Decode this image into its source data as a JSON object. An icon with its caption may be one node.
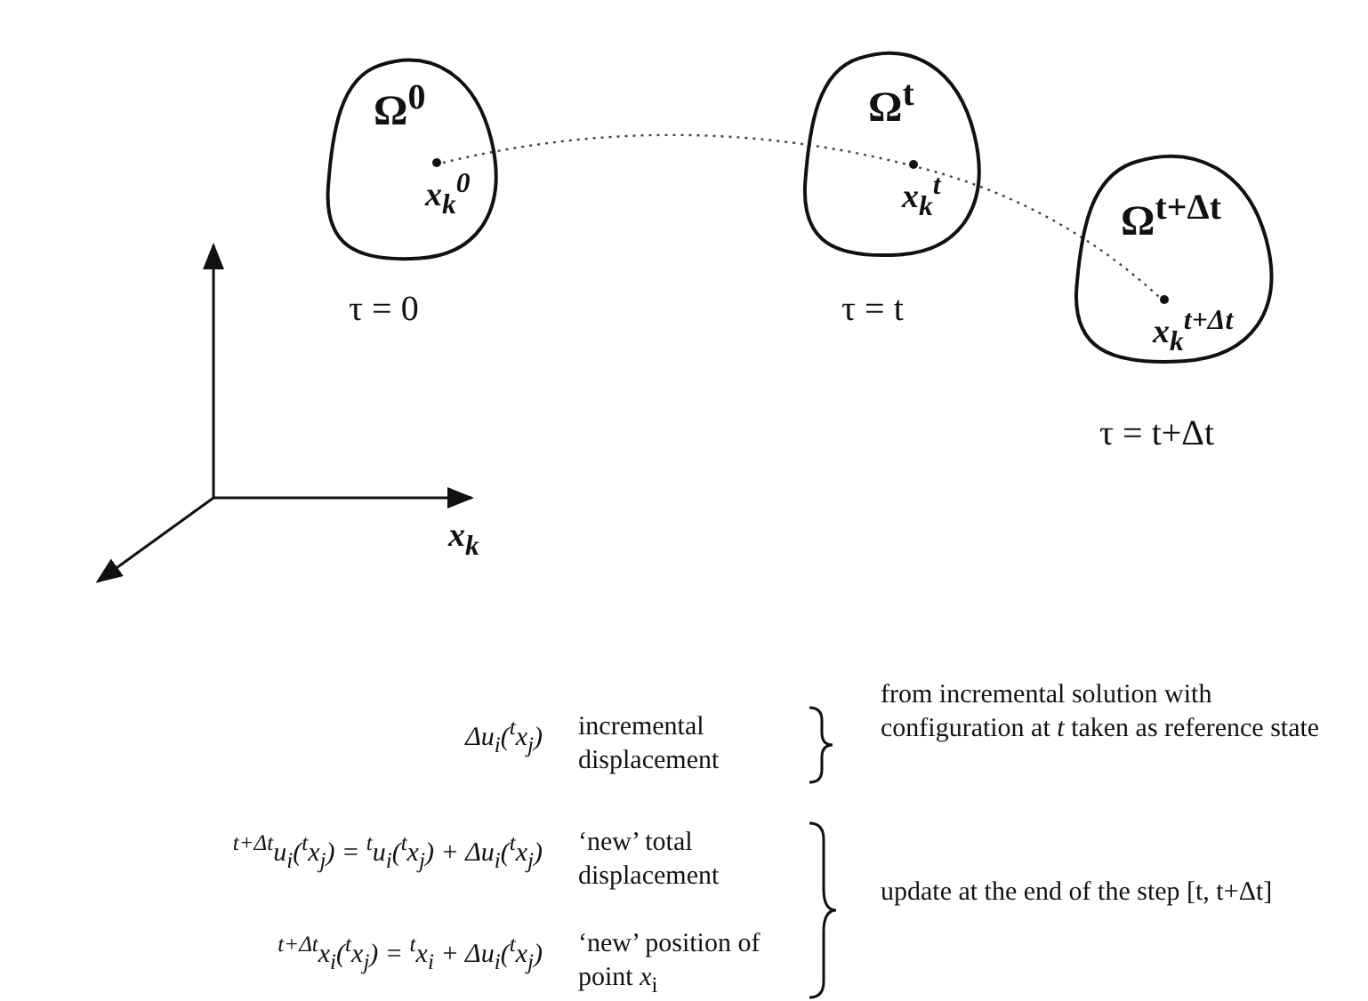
{
  "diagram": {
    "nodes": [
      {
        "text": [
          "Ω$^{0}$"
        ],
        "beside": [
          "τ = 0"
        ]
      },
      {
        "text": [
          "x$_{k}$$^{0}$"
        ],
        "in": 0
      },
      {
        "text": [
          "Ω$^{t}$"
        ],
        "beside": [
          "τ = t"
        ]
      },
      {
        "text": [
          "x$_{k}$$^{t}$"
        ],
        "in": 2
      },
      {
        "text": [
          "Ω$^{t+Δt}$"
        ],
        "beside": [
          "τ = t+Δt"
        ]
      },
      {
        "text": [
          "x$_{k}$$^{t+Δt}$"
        ],
        "in": 4
      }
    ],
    "edges": [
      {
        "from": 1,
        "to": 3,
        "arrow": "none",
        "style": "dashed"
      },
      {
        "from": 3,
        "to": 5,
        "arrow": "none",
        "style": "dashed"
      }
    ],
    "labels": [
      "x$_{k}$",
      "Δu$_{i}$($^{t}$x$_{j}$)",
      "incremental displacement",
      "from incremental solution with configuration at *t* taken as reference state",
      "$^{t+Δt}$u$_{i}$($^{t}$x$_{j}$) = $^{t}$u$_{i}$($^{t}$x$_{j}$) + Δu$_{i}$($^{t}$x$_{j}$)",
      "‘new’ total displacement",
      "update at the end of the step [t, t+Δt]",
      "$^{t+Δt}$x$_{i}$($^{t}$x$_{j}$) = $^{t}$x$_{i}$ + Δu$_{i}$($^{t}$x$_{j}$)",
      "‘new’ position of point *x*$_{i}$"
    ]
  }
}
